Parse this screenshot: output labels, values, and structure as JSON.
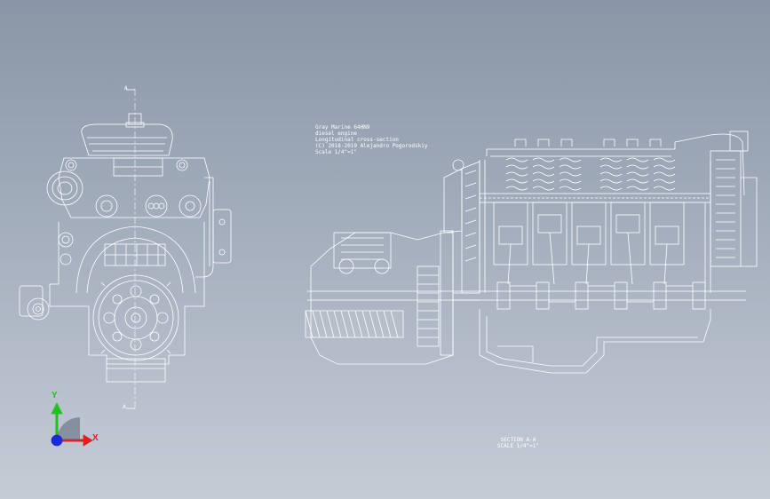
{
  "drawing": {
    "title_block": {
      "line1": "Gray Marine 64HN9",
      "line2": "diesel engine",
      "line3": "Longitudinal cross-section",
      "line4": "(C) 2018-2019 Alejandro Pogorodskiy",
      "line5": "Scale 1/4\"=1\""
    },
    "section": {
      "label": "SECTION A-A",
      "scale": "SCALE 1/4\"=1\""
    },
    "section_marks": {
      "top": "A",
      "bottom": "A"
    }
  },
  "triad": {
    "x_label": "X",
    "y_label": "Y",
    "x_color": "#e02020",
    "y_color": "#22c022",
    "z_color": "#1a2ad8"
  }
}
